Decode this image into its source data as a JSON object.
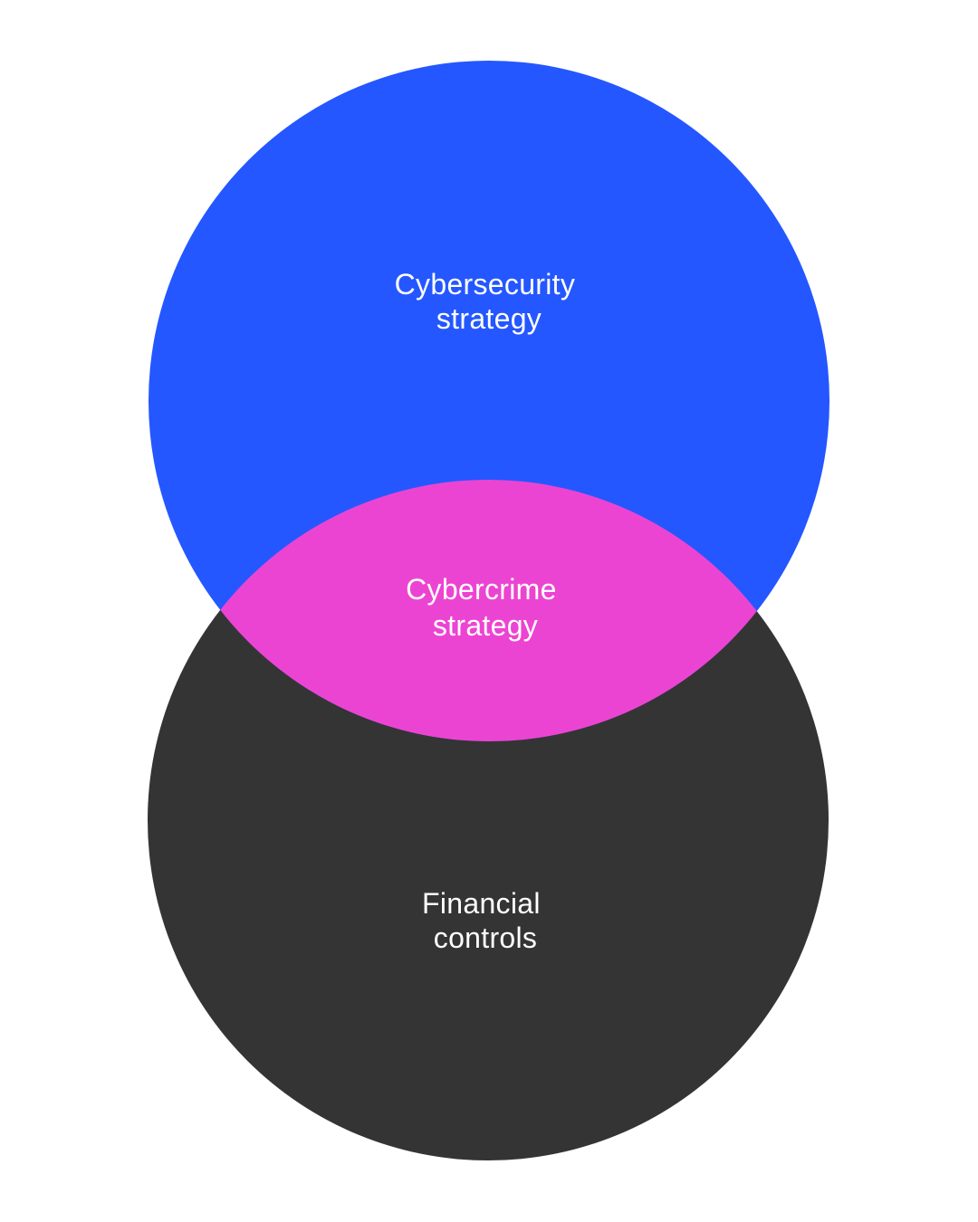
{
  "diagram": {
    "type": "venn",
    "sets": [
      {
        "id": "top",
        "label_lines": [
          "Cybersecurity",
          "strategy"
        ],
        "color": "#2457FF"
      },
      {
        "id": "bottom",
        "label_lines": [
          "Financial",
          "controls"
        ],
        "color": "#343434"
      }
    ],
    "intersection": {
      "label_lines": [
        "Cybercrime",
        "strategy"
      ],
      "color": "#EC44D2"
    },
    "background_color": "#FFFFFF",
    "text_color": "#FFFFFF"
  }
}
